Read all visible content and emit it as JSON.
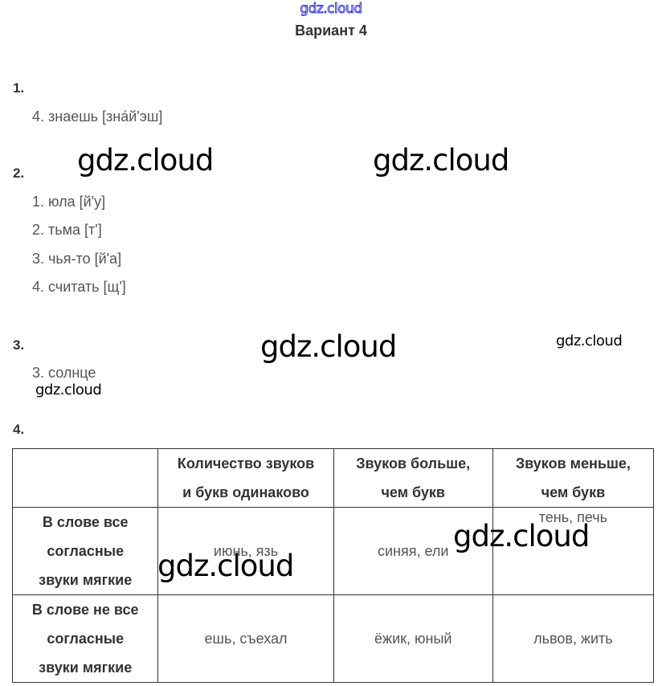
{
  "header": {
    "site_logo": "gdz.cloud",
    "title": "Вариант 4"
  },
  "tasks": [
    {
      "number": "1.",
      "answers": [
        "4. знаешь [зна́й'эш]"
      ]
    },
    {
      "number": "2.",
      "answers": [
        "1. юла [й'у]",
        "2. тьма [т']",
        "3. чья-то [й'а]",
        "4. считать [щ']"
      ]
    },
    {
      "number": "3.",
      "answers": [
        "3. солнце"
      ]
    },
    {
      "number": "4.",
      "table": {
        "columns": [
          "",
          [
            "Количество звуков",
            "и букв одинаково"
          ],
          [
            "Звуков больше,",
            "чем букв"
          ],
          [
            "Звуков меньше,",
            "чем букв"
          ]
        ],
        "rows": [
          {
            "header": [
              "В слове все",
              "согласные",
              "звуки мягкие"
            ],
            "cells": [
              "июнь, язь",
              "синяя, ели",
              "тень, печь"
            ]
          },
          {
            "header": [
              "В слове не все",
              "согласные",
              "звуки мягкие"
            ],
            "cells": [
              "ешь, съехал",
              "ёжик, юный",
              "львов, жить"
            ]
          }
        ]
      }
    }
  ],
  "watermarks": {
    "text": "gdz.cloud"
  },
  "colors": {
    "logo_outline": "#3a3ad0",
    "heading_text": "#333333",
    "answer_text": "#555555",
    "watermark": "#000000"
  }
}
